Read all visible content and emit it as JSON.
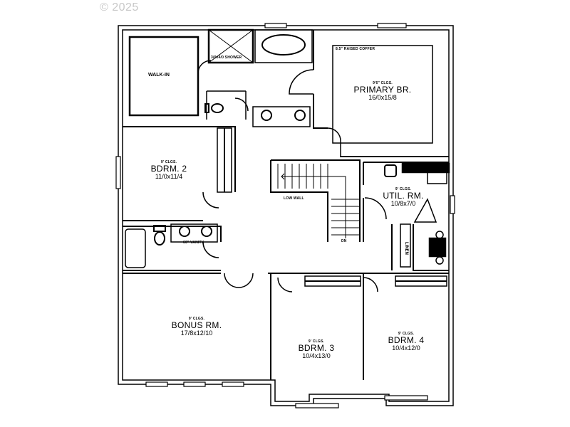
{
  "copyright": "© 2025",
  "plan": {
    "rooms": [
      {
        "id": "walk-in",
        "name": "WALK-IN"
      },
      {
        "id": "primary-br",
        "ceiling": "9'6\" CLGS.",
        "name": "PRIMARY BR.",
        "dims": "16/0x15/8"
      },
      {
        "id": "bdrm-2",
        "ceiling": "9' CLGS.",
        "name": "BDRM. 2",
        "dims": "11/0x11/4"
      },
      {
        "id": "util-rm",
        "ceiling": "9' CLGS.",
        "name": "UTIL. RM.",
        "dims": "10/8x7/0"
      },
      {
        "id": "bonus-rm",
        "ceiling": "9' CLGS.",
        "name": "BONUS RM.",
        "dims": "17/8x12/10"
      },
      {
        "id": "bdrm-3",
        "ceiling": "9' CLGS.",
        "name": "BDRM. 3",
        "dims": "10/4x13/0"
      },
      {
        "id": "bdrm-4",
        "ceiling": "9' CLGS.",
        "name": "BDRM. 4",
        "dims": "10/4x12/0"
      }
    ],
    "notes": {
      "shower": "3/0x4/0 SHOWER",
      "coffer": "8.5\" RAISED COFFER",
      "vanity": "60\" VANITY",
      "low_wall": "LOW WALL",
      "stairs_down": "DN",
      "linen": "LINEN"
    }
  }
}
